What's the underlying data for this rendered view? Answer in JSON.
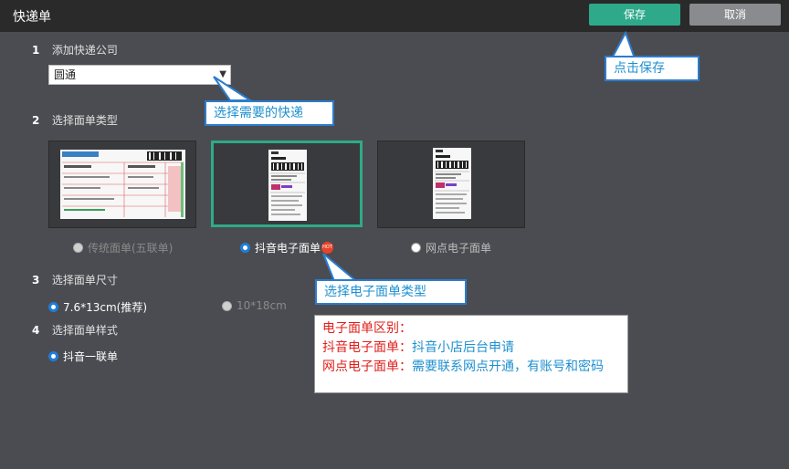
{
  "header": {
    "title": "快递单",
    "save_label": "保存",
    "cancel_label": "取消"
  },
  "steps": [
    {
      "num": "1",
      "label": "添加快递公司"
    },
    {
      "num": "2",
      "label": "选择面单类型"
    },
    {
      "num": "3",
      "label": "选择面单尺寸"
    },
    {
      "num": "4",
      "label": "选择面单样式"
    }
  ],
  "company_select": {
    "value": "圆通",
    "arrow": "▼"
  },
  "callouts": {
    "save": "点击保存",
    "courier": "选择需要的快递",
    "type": "选择电子面单类型"
  },
  "form_types": [
    {
      "label": "传统面单(五联单)",
      "state": "disabled"
    },
    {
      "label": "抖音电子面单",
      "state": "selected",
      "badge": "HOT"
    },
    {
      "label": "网点电子面单",
      "state": "unselected"
    }
  ],
  "sizes": [
    {
      "label": "7.6*13cm(推荐)",
      "state": "selected"
    },
    {
      "label": "10*18cm",
      "state": "disabled"
    }
  ],
  "styles": [
    {
      "label": "抖音一联单",
      "state": "selected"
    }
  ],
  "info": {
    "heading": "电子面单区别：",
    "line1_key": "抖音电子面单：",
    "line1_val": "抖音小店后台申请",
    "line2_key": "网点电子面单：",
    "line2_val": "需要联系网点开通，有账号和密码"
  },
  "colors": {
    "accent": "#2eaa8a",
    "radio": "#1f7ed8",
    "callout_border": "#2b7dcf",
    "red": "#e0201c",
    "blue": "#1e90d0"
  }
}
